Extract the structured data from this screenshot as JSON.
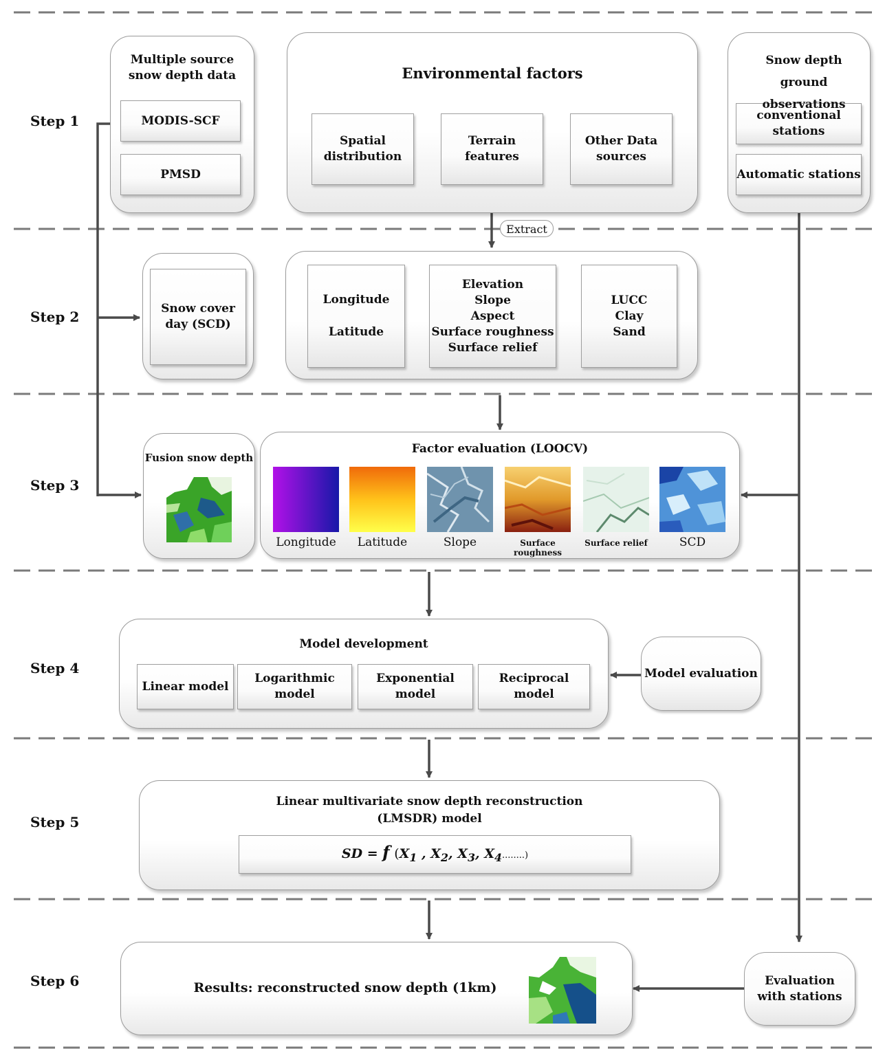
{
  "steps": [
    "Step 1",
    "Step 2",
    "Step 3",
    "Step 4",
    "Step 5",
    "Step 6"
  ],
  "step1": {
    "multi_source": {
      "title": "Multiple  source snow depth data",
      "items": [
        "MODIS-SCF",
        "PMSD"
      ]
    },
    "environmental": {
      "title": "Environmental factors",
      "items": [
        "Spatial distribution",
        "Terrain features",
        "Other Data sources"
      ]
    },
    "ground_obs": {
      "title": "Snow depth ground observations",
      "items": [
        "conventional stations",
        "Automatic stations"
      ]
    }
  },
  "extract_label": "Extract",
  "step2": {
    "scd": "Snow cover day (SCD)",
    "spatial": [
      "Longitude",
      "Latitude"
    ],
    "terrain": [
      "Elevation",
      "Slope",
      "Aspect",
      "Surface roughness",
      "Surface relief"
    ],
    "other": [
      "LUCC",
      "Clay",
      "Sand"
    ]
  },
  "step3": {
    "fusion_title": "Fusion snow depth",
    "factor_title": "Factor evaluation (LOOCV)",
    "thumbnails": [
      {
        "label": "Longitude",
        "style": "longitude"
      },
      {
        "label": "Latitude",
        "style": "latitude"
      },
      {
        "label": "Slope",
        "style": "slope"
      },
      {
        "label": "Surface roughness",
        "style": "roughness"
      },
      {
        "label": "Surface relief",
        "style": "relief"
      },
      {
        "label": "SCD",
        "style": "scd"
      }
    ]
  },
  "step4": {
    "title": "Model development",
    "models": [
      "Linear model",
      "Logarithmic model",
      "Exponential model",
      "Reciprocal model"
    ],
    "evaluation": "Model evaluation"
  },
  "step5": {
    "title_line1": "Linear multivariate snow depth reconstruction",
    "title_line2": "(LMSDR) model",
    "formula": {
      "lhs": "SD",
      "eq": "=",
      "fn": "f",
      "open": "(",
      "vars": [
        {
          "sym": "X",
          "sub": "1",
          "sep": " , "
        },
        {
          "sym": "X",
          "sub": "2",
          "sep": ", "
        },
        {
          "sym": "X",
          "sub": "3",
          "sep": ", "
        },
        {
          "sym": "X",
          "sub": "4",
          "sep": ""
        }
      ],
      "tail": "........)"
    }
  },
  "step6": {
    "results": "Results: reconstructed snow depth  (1km)",
    "evaluation": "Evaluation with stations"
  },
  "colors": {
    "line": "#4a4a4a",
    "dash": "#7a7a7a",
    "box_border": "#9a9a9a"
  }
}
